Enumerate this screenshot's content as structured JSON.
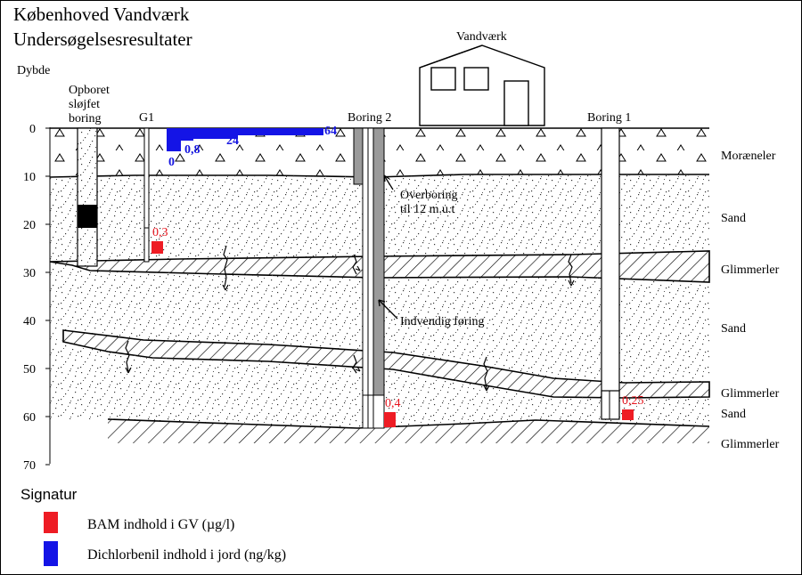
{
  "title": {
    "line1": "Københoved Vandværk",
    "line2": "Undersøgelsesresultater"
  },
  "depth_axis": {
    "label": "Dybde",
    "ticks": [
      "0",
      "10",
      "20",
      "30",
      "40",
      "50",
      "60",
      "70"
    ]
  },
  "building_label": "Vandværk",
  "wells": {
    "opboret": {
      "line1": "Opboret",
      "line2": "sløjfet",
      "line3": "boring"
    },
    "g1": "G1",
    "boring2": "Boring 2",
    "boring1": "Boring 1"
  },
  "layers": {
    "moraeneler": "Moræneler",
    "sand1": "Sand",
    "glimmerler1": "Glimmerler",
    "sand2": "Sand",
    "glimmerler2": "Glimmerler",
    "sand3": "Sand",
    "glimmerler3": "Glimmerler"
  },
  "annotations": {
    "overboring_line1": "Overboring",
    "overboring_line2": "til 12 m.u.t",
    "indvendig": "Indvendig føring"
  },
  "bam_values": {
    "g1": "0,3",
    "boring2": "0,4",
    "boring1": "0,25"
  },
  "dichlorbenil_values": {
    "v0": "0",
    "v1": "0,8",
    "v2": "24",
    "v3": "64"
  },
  "legend": {
    "heading": "Signatur",
    "bam_label": "BAM indhold i GV (µg/l)",
    "dichlorbenil_label": "Dichlorbenil indhold i jord (ng/kg)"
  },
  "colors": {
    "bam": "#ee1c24",
    "dichlorbenil": "#1414e6"
  }
}
